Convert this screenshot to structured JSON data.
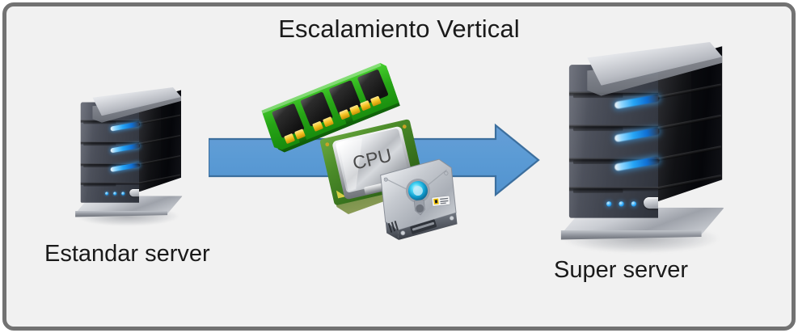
{
  "diagram": {
    "title": "Escalamiento Vertical",
    "frame_border_color": "#727272",
    "background_color": "#f1f1f1",
    "accent_color": "#5b9bd5"
  },
  "left_node": {
    "caption": "Estandar server",
    "icon": "server-tower-icon",
    "bay_count": 4,
    "led_count": 3,
    "size_label": "small"
  },
  "right_node": {
    "caption": "Super server",
    "icon": "server-tower-icon",
    "bay_count": 4,
    "led_count": 3,
    "size_label": "large"
  },
  "arrow": {
    "direction": "right",
    "fill_color": "#5b9bd5",
    "stroke_color": "#3c6f9e"
  },
  "components": [
    {
      "name": "ram-module-icon",
      "label": "",
      "chip_count": 4,
      "pcb_color": "#2ba819",
      "contact_color": "#f2c21a"
    },
    {
      "name": "cpu-icon",
      "label": "CPU",
      "pcb_color": "#3c7a1f",
      "heatspreader_color": "#c8cace"
    },
    {
      "name": "hard-drive-icon",
      "label": "",
      "body_color": "#b8bcc2",
      "spindle_color": "#27c6f0"
    }
  ]
}
